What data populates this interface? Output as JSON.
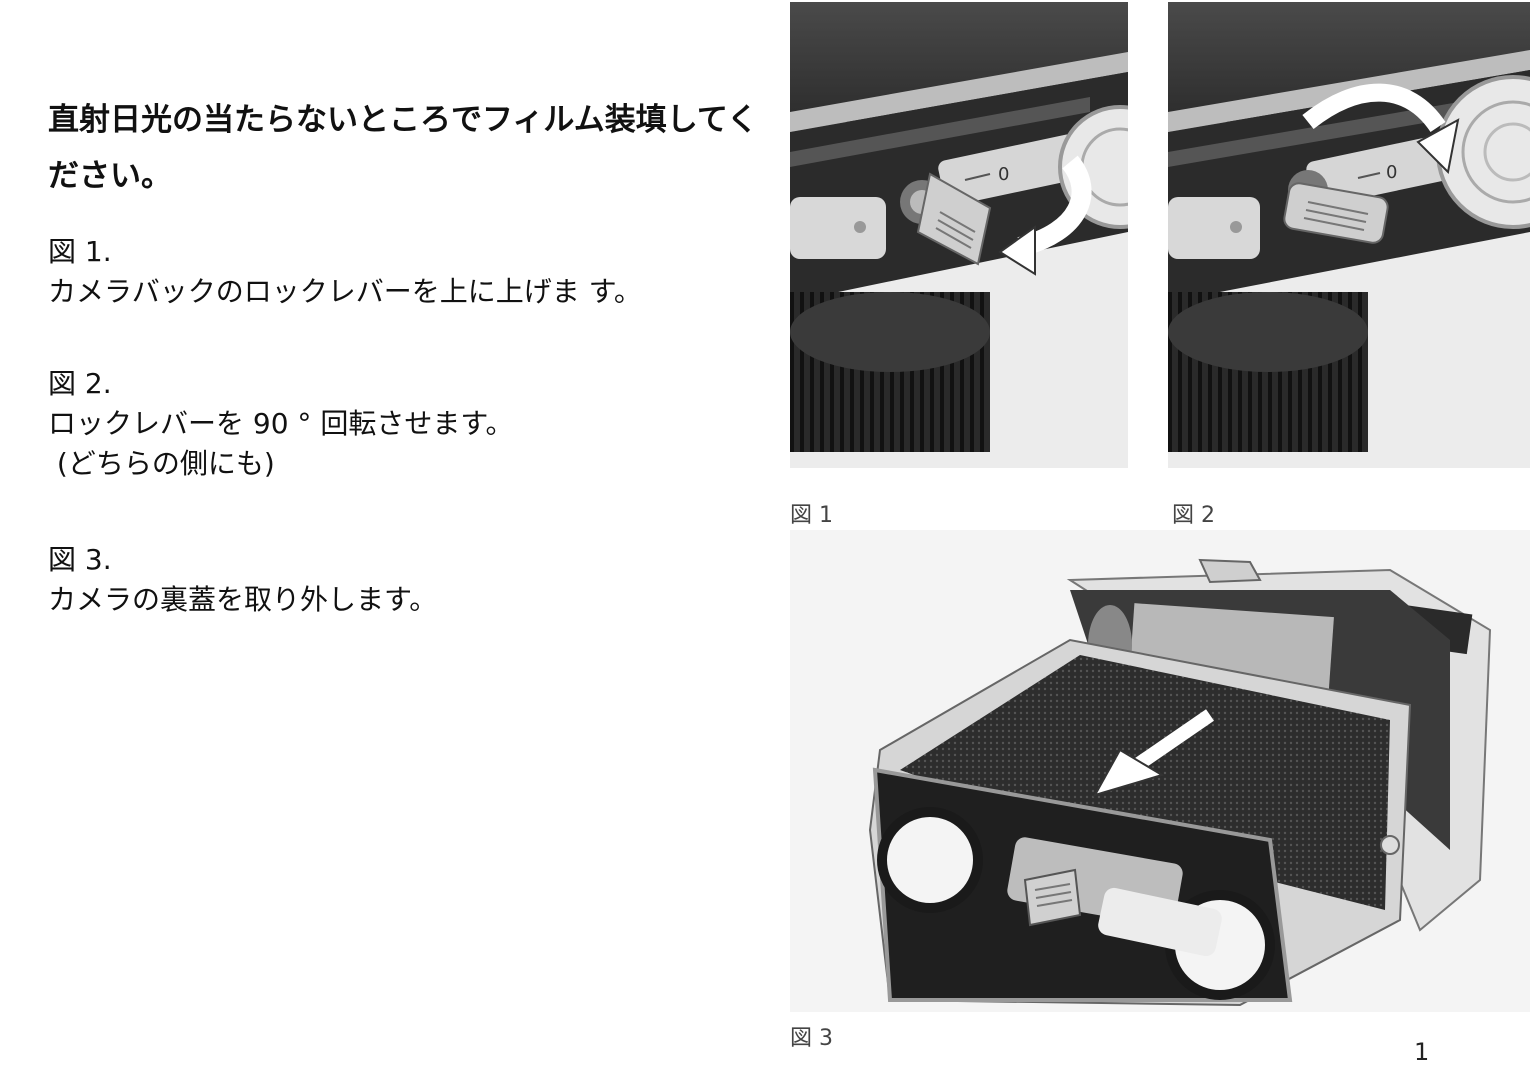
{
  "heading": "直射日光の当たらないところでフィルム装填してください。",
  "steps": [
    {
      "label": "図 1.",
      "lines": [
        "カメラバックのロックレバーを上に上げま す。"
      ]
    },
    {
      "label": "図 2.",
      "lines": [
        "ロックレバーを 90 ° 回転させます。",
        " (どちらの側にも)"
      ]
    },
    {
      "label": "図 3.",
      "lines": [
        "カメラの裏蓋を取り外します。"
      ]
    }
  ],
  "figures": [
    {
      "caption": "図 1",
      "scale_mark": "0"
    },
    {
      "caption": "図 2",
      "scale_mark": "0"
    },
    {
      "caption": "図 3"
    }
  ],
  "page_number": "1"
}
